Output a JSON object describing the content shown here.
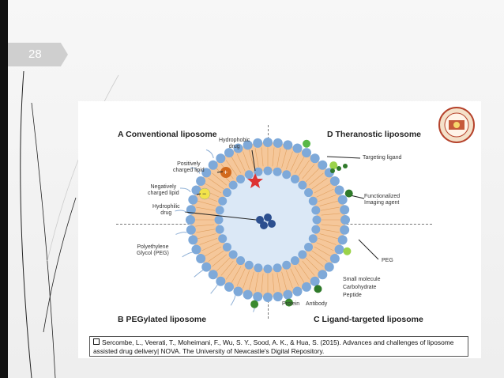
{
  "slide": {
    "number": "28"
  },
  "figure": {
    "quadrants": {
      "A": "A  Conventional liposome",
      "B": "B  PEGylated liposome",
      "C": "C  Ligand-targeted liposome",
      "D": "D  Theranostic liposome"
    },
    "labels": {
      "hydrophobic_drug": [
        "Hydrophobic",
        "drug"
      ],
      "positive_lipid": [
        "Positively",
        "charged lipid"
      ],
      "negative_lipid": [
        "Negatively",
        "charged lipid"
      ],
      "hydrophilic_drug": [
        "Hydrophilic",
        "drug"
      ],
      "peg": [
        "Polyethylene",
        "Glycol (PEG)"
      ],
      "targeting_ligand": "Targeting ligand",
      "imaging_agent": [
        "Functionalized",
        "Imaging agent"
      ],
      "peg_right": "PEG",
      "small_molecule": "Small molecule",
      "carbohydrate": "Carbohydrate",
      "peptide": "Peptide",
      "protein": "Protein",
      "antibody": "Antibody"
    },
    "citation_text": "Sercombe, L., Veerati, T., Moheimani, F., Wu, S. Y., Sood, A. K., & Hua, S. (2015). Advances and challenges of liposome assisted drug delivery| NOVA. The University of Newcastle's Digital Repository."
  },
  "colors": {
    "lipid_head": "#7ea9d9",
    "lipid_tail": "#f5c79a",
    "core": "#dbe8f6",
    "ligand_green": "#3b8a2f",
    "accent_red": "#d33"
  }
}
